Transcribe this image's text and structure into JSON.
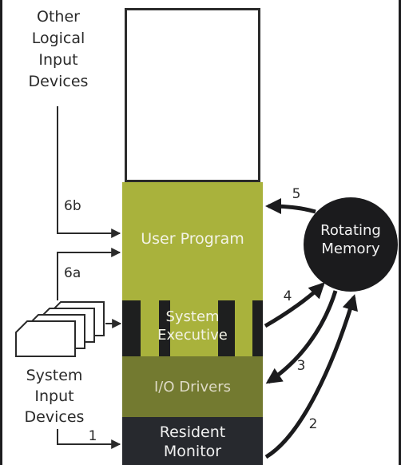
{
  "input_sources": {
    "other_logical_line1": "Other",
    "other_logical_line2": "Logical",
    "other_logical_line3": "Input",
    "other_logical_line4": "Devices",
    "system_input_line1": "System",
    "system_input_line2": "Input",
    "system_input_line3": "Devices"
  },
  "memory_blocks": {
    "user_program": "User Program",
    "system_executive_line1": "System",
    "system_executive_line2": "Executive",
    "io_drivers": "I/O Drivers",
    "resident_monitor_line1": "Resident",
    "resident_monitor_line2": "Monitor"
  },
  "rotating_memory": {
    "line1": "Rotating",
    "line2": "Memory"
  },
  "step_labels": {
    "s1": "1",
    "s2": "2",
    "s3": "3",
    "s4": "4",
    "s5": "5",
    "s6a": "6a",
    "s6b": "6b"
  }
}
